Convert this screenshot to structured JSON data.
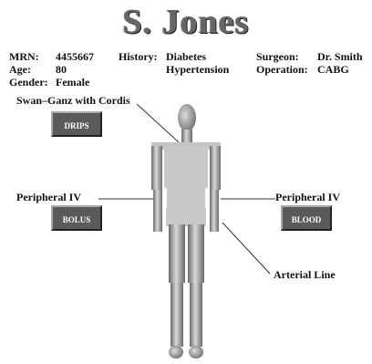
{
  "patient": {
    "name": "S. Jones",
    "mrn_label": "MRN:",
    "mrn_value": "4455667",
    "age_label": "Age:",
    "age_value": "80",
    "gender_label": "Gender:",
    "gender_value": "Female",
    "history_label": "History:",
    "history_values": [
      "Diabetes",
      "Hypertension"
    ],
    "surgeon_label": "Surgeon:",
    "surgeon_value": "Dr. Smith",
    "operation_label": "Operation:",
    "operation_value": "CABG"
  },
  "lines": {
    "swan_ganz": "Swan–Ganz with Cordis",
    "peripheral_left": "Peripheral IV",
    "peripheral_right": "Peripheral IV",
    "arterial": "Arterial Line"
  },
  "buttons": {
    "drips": "DRIPS",
    "bolus": "BOLUS",
    "blood": "BLOOD"
  }
}
